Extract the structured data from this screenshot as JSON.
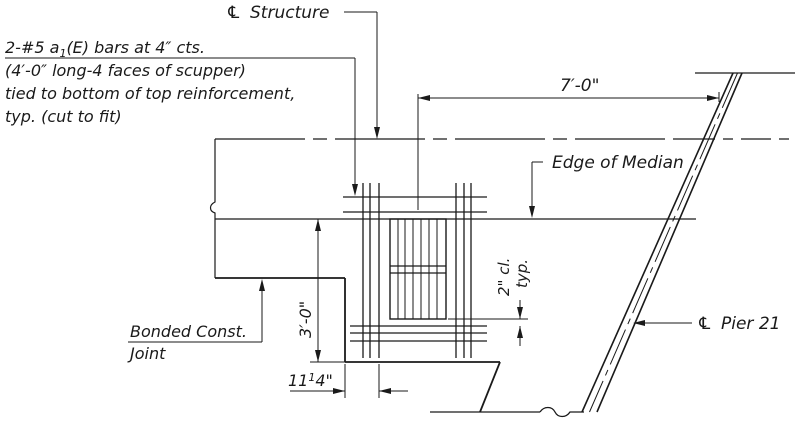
{
  "labels": {
    "structure_cl": "Structure",
    "bars_line1": "2-#5 a",
    "bars_sub": "1",
    "bars_line1_rest": "(E) bars at 4″ cts.",
    "bars_line2": "(4′-0″ long-4 faces of scupper)",
    "bars_line3": "tied to bottom of top reinforcement,",
    "bars_line4": "typ. (cut to fit)",
    "dim_7ft": "7′-0\"",
    "edge_median": "Edge of Median",
    "clear_2in": "2\" cl.",
    "clear_typ": "typ.",
    "dim_3ft": "3′-0\"",
    "pier_cl": "Pier 21",
    "bonded_line1": "Bonded Const.",
    "bonded_line2": "Joint",
    "dim_11_main": "11",
    "dim_11_frac": "1",
    "dim_11_rest": "4\""
  },
  "symbols": {
    "centerline": "℄"
  },
  "colors": {
    "ink": "#1a1a1a",
    "paper": "#ffffff"
  }
}
